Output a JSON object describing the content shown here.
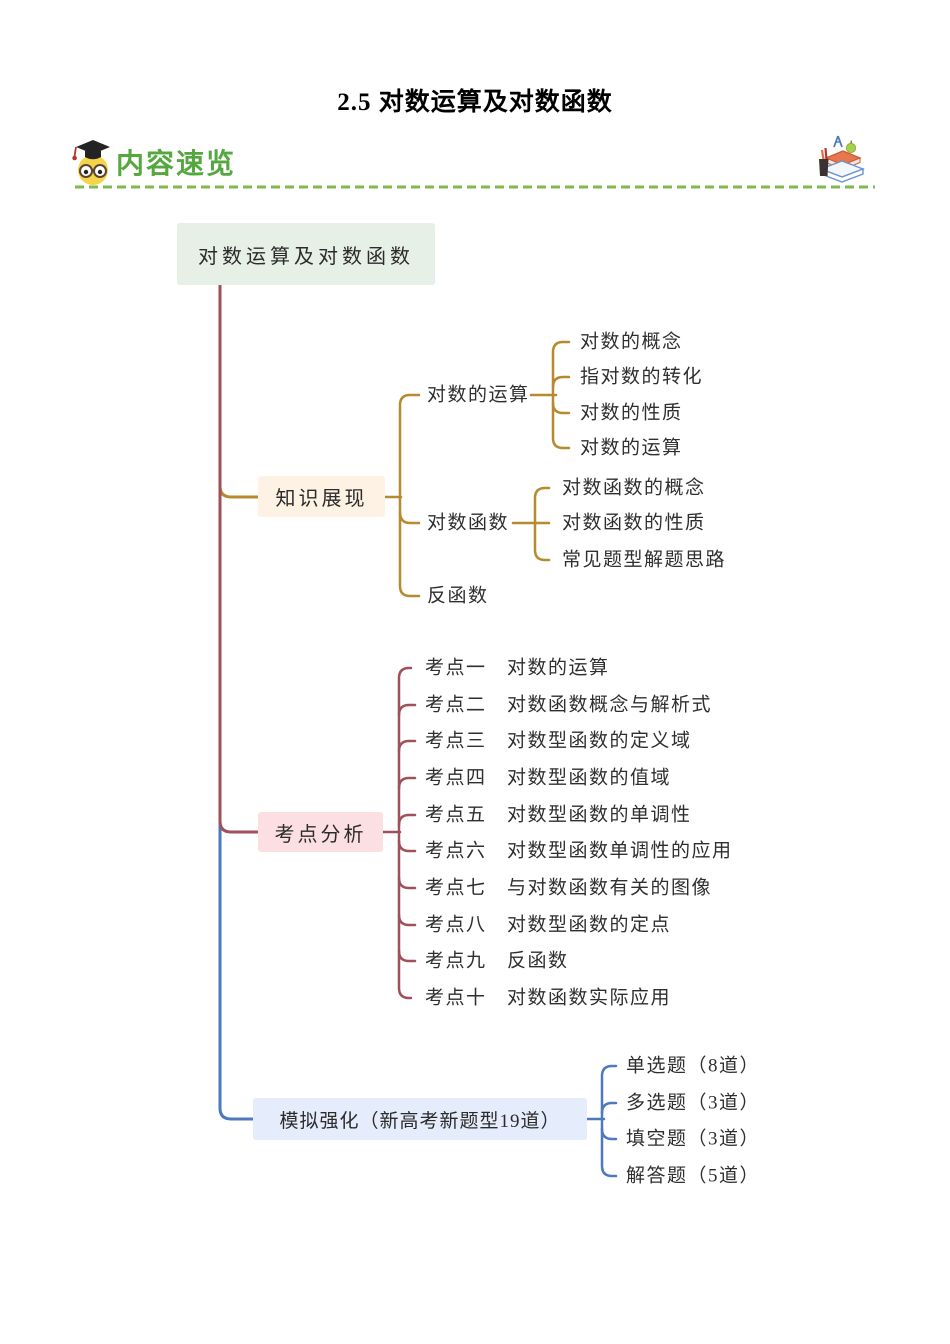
{
  "page": {
    "title": "2.5 对数运算及对数函数"
  },
  "header": {
    "section_label": "内容速览",
    "left_icon": "owl-graduate-icon",
    "right_icon": "books-stack-icon"
  },
  "colors": {
    "branch_knowledge_line": "#b68a2e",
    "branch_kaodian_line": "#9e515a",
    "branch_moni_line": "#4d79bd",
    "root_bg": "#e7f0e6",
    "knowledge_bg": "#fdf2e3",
    "kaodian_bg": "#fcdfe3",
    "moni_bg": "#e5ecfb",
    "header_green": "#55a73f",
    "divider_green": "#7eba50"
  },
  "mindmap": {
    "root": {
      "label": "对数运算及对数函数"
    },
    "branches": [
      {
        "label": "知识展现",
        "children": [
          {
            "label": "对数的运算",
            "children": [
              "对数的概念",
              "指对数的转化",
              "对数的性质",
              "对数的运算"
            ]
          },
          {
            "label": "对数函数",
            "children": [
              "对数函数的概念",
              "对数函数的性质",
              "常见题型解题思路"
            ]
          },
          {
            "label": "反函数",
            "children": []
          }
        ]
      },
      {
        "label": "考点分析",
        "children": [
          "考点一　对数的运算",
          "考点二　对数函数概念与解析式",
          "考点三　对数型函数的定义域",
          "考点四　对数型函数的值域",
          "考点五　对数型函数的单调性",
          "考点六　对数型函数单调性的应用",
          "考点七　与对数函数有关的图像",
          "考点八　对数型函数的定点",
          "考点九　反函数",
          "考点十　对数函数实际应用"
        ]
      },
      {
        "label": "模拟强化（新高考新题型19道）",
        "children": [
          "单选题（8道）",
          "多选题（3道）",
          "填空题（3道）",
          "解答题（5道）"
        ]
      }
    ]
  }
}
